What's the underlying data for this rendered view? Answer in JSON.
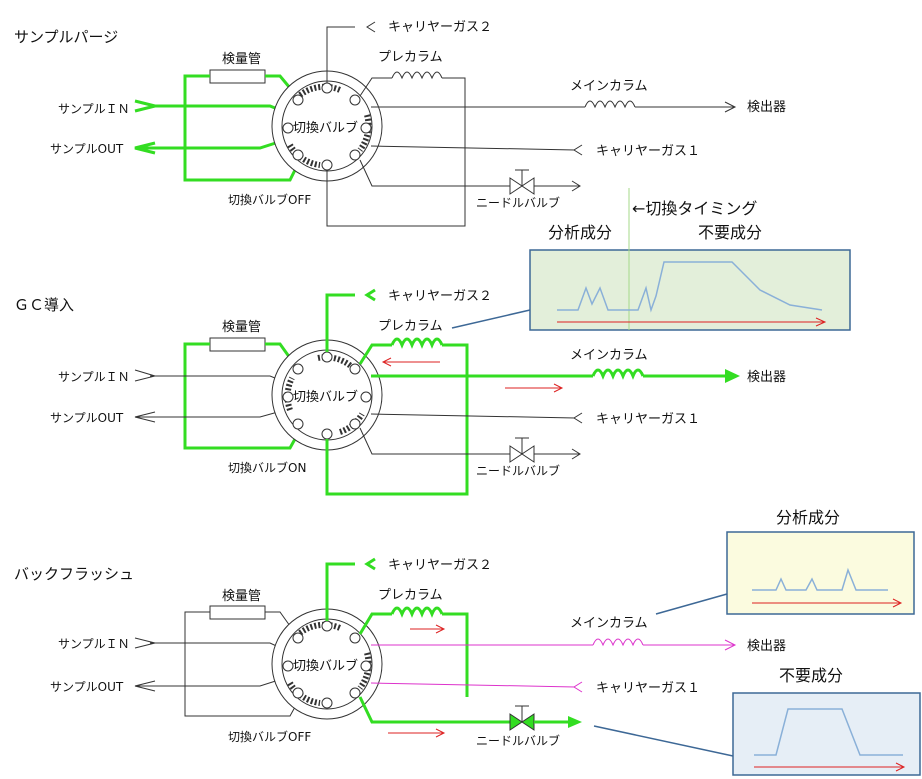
{
  "labels": {
    "carrier_gas_2": "キャリヤーガス２",
    "carrier_gas_1": "キャリヤーガス１",
    "pre_column": "プレカラム",
    "main_column": "メインカラム",
    "detector": "検出器",
    "sample_tube": "検量管",
    "sample_in": "サンプルＩＮ",
    "sample_out": "サンプルOUT",
    "valve": "切換バルブ",
    "needle_valve": "ニードルバルブ"
  },
  "panels": [
    {
      "title": "サンプルパージ",
      "state_label": "切換バルブOFF"
    },
    {
      "title": "ＧＣ導入",
      "state_label": "切換バルブON"
    },
    {
      "title": "バックフラッシュ",
      "state_label": "切換バルブOFF"
    }
  ],
  "charts": {
    "gc": {
      "timing_label": "←切換タイミング",
      "analysis_label": "分析成分",
      "unwanted_label": "不要成分"
    },
    "backflush_analysis": {
      "title": "分析成分"
    },
    "backflush_unwanted": {
      "title": "不要成分"
    }
  },
  "colors": {
    "active_flow": "#33dd22",
    "inactive_line": "#333333",
    "backflush_line": "#dd33cc",
    "arrow_red": "#dd2222",
    "chart_bg_green": "#e3efda",
    "chart_bg_yellow": "#fbfbdf",
    "chart_bg_blue": "#e6eef6",
    "chart_border": "#3d6896",
    "chart_line": "#8ab0d8"
  }
}
